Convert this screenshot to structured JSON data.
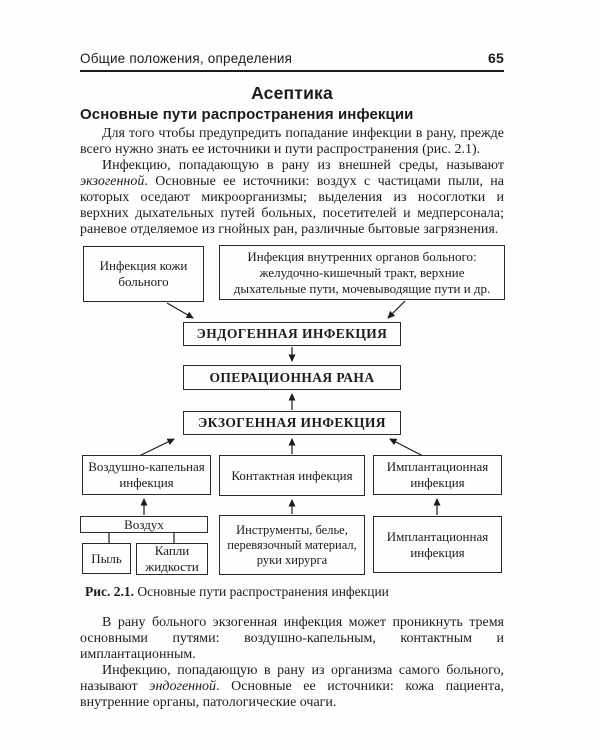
{
  "header": {
    "running_title": "Общие положения, определения",
    "page_number": "65"
  },
  "content": {
    "title": "Асептика",
    "subtitle": "Основные пути распространения инфекции",
    "p1": "Для того чтобы предупредить попадание инфекции в рану, прежде всего нужно знать ее источники и пути распространения (рис. 2.1).",
    "p2": {
      "pre": "Инфекцию, попадающую в рану из внешней среды, называют ",
      "em": "экзогенной",
      "post": ". Основные ее источники: воздух с частицами пыли, на которых оседают микроорганизмы; выделения из носоглотки и верхних дыхательных путей больных, посетителей и медперсонала; раневое отделяемое из гнойных ран, различные бытовые загрязнения."
    },
    "p3": "В рану больного экзогенная инфекция может проникнуть тремя основными путями: воздушно-капельным, контактным и имплантационным.",
    "p4": {
      "pre": "Инфекцию, попадающую в рану из организма самого больного, называют ",
      "em": "эндогенной",
      "post": ". Основные ее источники: кожа пациента, внутренние органы, патологические очаги."
    }
  },
  "diagram": {
    "boxes": {
      "skin": "Инфекция кожи больного",
      "organs": "Инфекция внутренних органов больного: желудочно-кишечный тракт, верхние дыхательные пути, мочевыводящие пути и др.",
      "endogenous": "ЭНДОГЕННАЯ ИНФЕКЦИЯ",
      "wound": "ОПЕРАЦИОННАЯ РАНА",
      "exogenous": "ЭКЗОГЕННАЯ ИНФЕКЦИЯ",
      "airborne": "Воздушно-капельная инфекция",
      "contact": "Контактная инфекция",
      "implantation": "Имплантационная инфекция",
      "air": "Воздух",
      "dust": "Пыль",
      "droplets": "Капли жидкости",
      "instruments": "Инструменты, белье, перевязочный материал, руки хирурга",
      "implantation_source": "Имплантационная инфекция"
    },
    "caption": {
      "label": "Рис. 2.1.",
      "text": " Основные пути распространения инфекции"
    }
  },
  "colors": {
    "ink": "#1c1c1c",
    "paper": "#fffefd"
  }
}
